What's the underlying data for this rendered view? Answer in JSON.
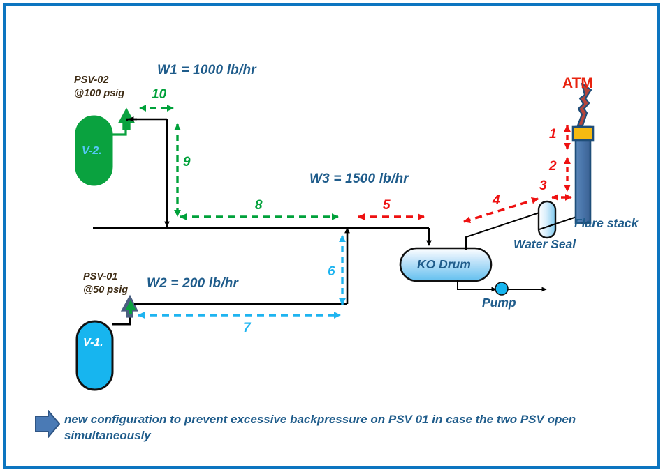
{
  "diagram": {
    "title_caption": "new configuration to prevent excessive backpressure on PSV 01 in case the two PSV open simultaneously",
    "border_color": "#0c75c0"
  },
  "flow_labels": {
    "w1": "W1 = 1000 lb/hr",
    "w2": "W2 = 200 lb/hr",
    "w3": "W3 = 1500 lb/hr"
  },
  "psv": {
    "psv02_tag": "PSV-02",
    "psv02_set": "@100 psig",
    "psv01_tag": "PSV-01",
    "psv01_set": "@50 psig"
  },
  "vessels": {
    "v2": "V-2.",
    "v1": "V-1."
  },
  "equipment": {
    "ko_drum": "KO Drum",
    "pump": "Pump",
    "water_seal": "Water Seal",
    "flare_stack": "Flare stack",
    "atm": "ATM"
  },
  "segments": {
    "s1": "1",
    "s2": "2",
    "s3": "3",
    "s4": "4",
    "s5": "5",
    "s6": "6",
    "s7": "7",
    "s8": "8",
    "s9": "9",
    "s10": "10"
  },
  "colors": {
    "green": "#00a13a",
    "red": "#ee1111",
    "cyan": "#1eb4f0",
    "steel_blue": "#1f5c8b",
    "vessel_green": "#0aa23f",
    "vessel_blue": "#17b5ef",
    "stack_blue": "#4472a8",
    "flame_red": "#b4453c",
    "tip_orange": "#f5ba12"
  }
}
